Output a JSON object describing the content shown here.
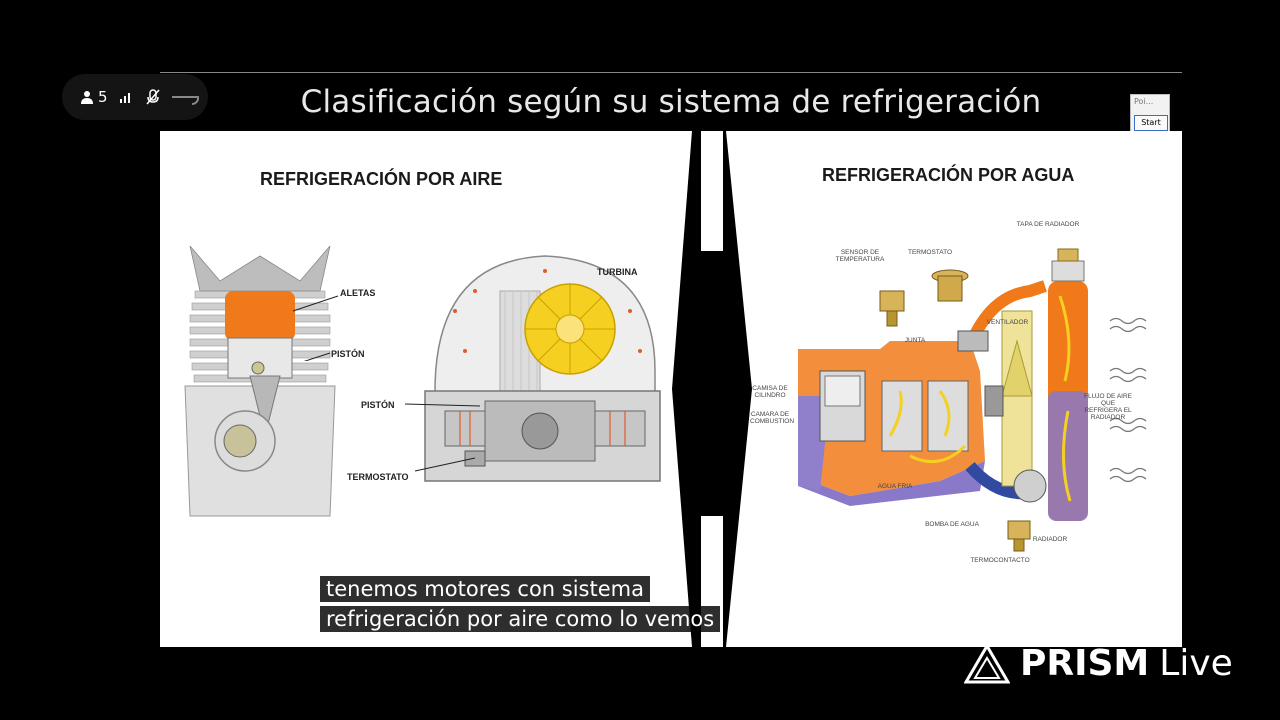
{
  "meeting": {
    "participants": "5",
    "icons": [
      "person-icon",
      "signal-icon",
      "mic-muted-icon",
      "spinner-icon"
    ]
  },
  "slide": {
    "title": "Clasificación según su sistema de refrigeración",
    "left": {
      "heading": "REFRIGERACIÓN POR AIRE",
      "labels": {
        "aletas": "ALETAS",
        "piston1": "PISTÓN",
        "turbina": "TURBINA",
        "piston2": "PISTÓN",
        "termostato": "TERMOSTATO"
      }
    },
    "right": {
      "heading": "REFRIGERACIÓN POR AGUA",
      "labels": {
        "tapa": "TAPA DE RADIADOR",
        "sensor": "SENSOR DE TEMPERATURA",
        "termostato": "TERMOSTATO",
        "junta": "JUNTA",
        "ventilador": "VENTILADOR",
        "camisa": "CAMISA DE CILINDRO",
        "camara": "CAMARA DE COMBUSTION",
        "flujo": "FLUJO DE AIRE QUE REFRIGERA EL RADIADOR",
        "agua_fria": "AGUA FRIA",
        "bomba": "BOMBA DE AGUA",
        "radiador": "RADIADOR",
        "termocontacto": "TERMOCONTACTO"
      }
    }
  },
  "caption": {
    "line1": "tenemos motores con sistema",
    "line2": "refrigeración por aire como lo vemos"
  },
  "widget": {
    "title": "Poi...",
    "start_label": "Start"
  },
  "brand": {
    "word1": "PRISM",
    "word2": "Live"
  },
  "colors": {
    "orange": "#f07a1a",
    "yellow": "#f5d020",
    "blue": "#2f4aa0",
    "purple": "#8a78c8"
  }
}
